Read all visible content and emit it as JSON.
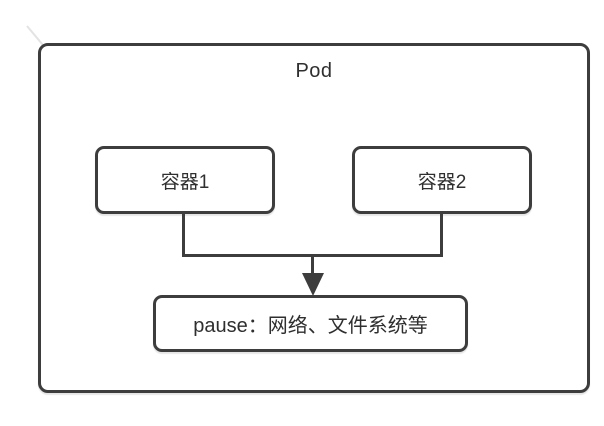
{
  "diagram": {
    "title": "Pod",
    "nodes": [
      {
        "id": "container1",
        "label": "容器1"
      },
      {
        "id": "container2",
        "label": "容器2"
      },
      {
        "id": "pause",
        "label": "pause：网络、文件系统等"
      }
    ],
    "edges": [
      {
        "from": "container1",
        "to": "pause",
        "style": "elbow-arrow"
      },
      {
        "from": "container2",
        "to": "pause",
        "style": "elbow-arrow"
      }
    ],
    "colors": {
      "stroke": "#3d3d3d",
      "text": "#2f2f2f",
      "background": "#ffffff"
    }
  }
}
